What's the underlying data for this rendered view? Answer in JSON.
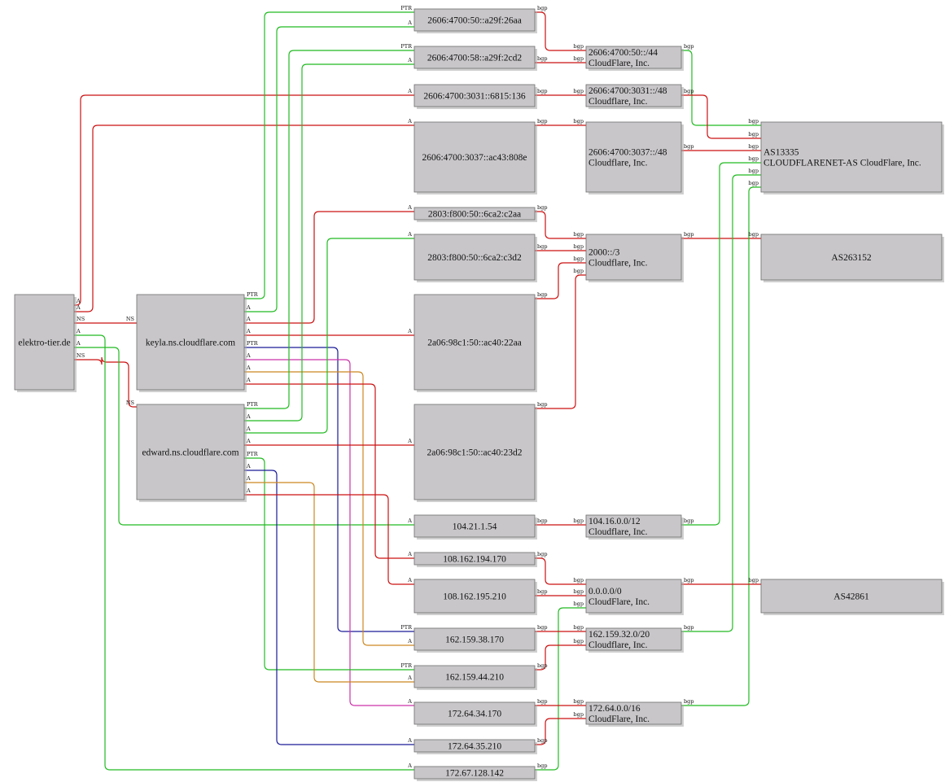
{
  "colors": {
    "node_fill": "#c8c6c9",
    "red": "#cc1111",
    "green": "#22bb22",
    "blue": "#1a1a99",
    "magenta": "#cc33aa",
    "orange": "#cc8822"
  },
  "nodes": [
    {
      "id": "elektro",
      "lines": [
        "elektro-tier.de"
      ]
    },
    {
      "id": "keyla",
      "lines": [
        "keyla.ns.cloudflare.com"
      ]
    },
    {
      "id": "edward",
      "lines": [
        "edward.ns.cloudflare.com"
      ]
    },
    {
      "id": "ip6_1",
      "lines": [
        "2606:4700:50::a29f:26aa"
      ]
    },
    {
      "id": "ip6_2",
      "lines": [
        "2606:4700:58::a29f:2cd2"
      ]
    },
    {
      "id": "ip6_3",
      "lines": [
        "2606:4700:3031::6815:136"
      ]
    },
    {
      "id": "ip6_4",
      "lines": [
        "2606:4700:3037::ac43:808e"
      ]
    },
    {
      "id": "ip6_5",
      "lines": [
        "2803:f800:50::6ca2:c2aa"
      ]
    },
    {
      "id": "ip6_6",
      "lines": [
        "2803:f800:50::6ca2:c3d2"
      ]
    },
    {
      "id": "ip6_7",
      "lines": [
        "2a06:98c1:50::ac40:22aa"
      ]
    },
    {
      "id": "ip6_8",
      "lines": [
        "2a06:98c1:50::ac40:23d2"
      ]
    },
    {
      "id": "ip4_1",
      "lines": [
        "104.21.1.54"
      ]
    },
    {
      "id": "ip4_2",
      "lines": [
        "108.162.194.170"
      ]
    },
    {
      "id": "ip4_3",
      "lines": [
        "108.162.195.210"
      ]
    },
    {
      "id": "ip4_4",
      "lines": [
        "162.159.38.170"
      ]
    },
    {
      "id": "ip4_5",
      "lines": [
        "162.159.44.210"
      ]
    },
    {
      "id": "ip4_6",
      "lines": [
        "172.64.34.170"
      ]
    },
    {
      "id": "ip4_7",
      "lines": [
        "172.64.35.210"
      ]
    },
    {
      "id": "ip4_8",
      "lines": [
        "172.67.128.142"
      ]
    },
    {
      "id": "pfx_1",
      "lines": [
        "2606:4700:50::/44",
        "CloudFlare, Inc."
      ]
    },
    {
      "id": "pfx_2",
      "lines": [
        "2606:4700:3031::/48",
        "Cloudflare, Inc."
      ]
    },
    {
      "id": "pfx_3",
      "lines": [
        "2606:4700:3037::/48",
        "Cloudflare, Inc."
      ]
    },
    {
      "id": "pfx_4",
      "lines": [
        "2000::/3",
        "Cloudflare, Inc."
      ]
    },
    {
      "id": "pfx_5",
      "lines": [
        "104.16.0.0/12",
        "Cloudflare, Inc."
      ]
    },
    {
      "id": "pfx_6",
      "lines": [
        "0.0.0.0/0",
        "CloudFlare, Inc."
      ]
    },
    {
      "id": "pfx_7",
      "lines": [
        "162.159.32.0/20",
        "Cloudflare, Inc."
      ]
    },
    {
      "id": "pfx_8",
      "lines": [
        "172.64.0.0/16",
        "CloudFlare, Inc."
      ]
    },
    {
      "id": "as_13335",
      "lines": [
        "AS13335",
        "CLOUDFLARENET-AS CloudFlare, Inc."
      ]
    },
    {
      "id": "as_263152",
      "lines": [
        "AS263152"
      ]
    },
    {
      "id": "as_42861",
      "lines": [
        "AS42861"
      ]
    }
  ],
  "edges": [
    {
      "from": "elektro",
      "to": "ip6_3",
      "color": "red",
      "labels": [
        "A",
        "A"
      ]
    },
    {
      "from": "elektro",
      "to": "ip6_4",
      "color": "red",
      "labels": [
        "A",
        "A"
      ]
    },
    {
      "from": "elektro",
      "to": "keyla",
      "color": "red",
      "labels": [
        "NS",
        "NS"
      ]
    },
    {
      "from": "elektro",
      "to": "edward",
      "color": "red",
      "labels": [
        "NS",
        "NS"
      ]
    },
    {
      "from": "elektro",
      "to": "ip4_1",
      "color": "green",
      "labels": [
        "A",
        "A"
      ]
    },
    {
      "from": "elektro",
      "to": "ip4_8",
      "color": "green",
      "labels": [
        "A",
        "A"
      ]
    },
    {
      "from": "keyla",
      "to": "ip6_1",
      "color": "green",
      "labels": [
        "PTR",
        "PTR"
      ]
    },
    {
      "from": "keyla",
      "to": "ip6_1",
      "color": "green",
      "labels": [
        "A",
        "A"
      ]
    },
    {
      "from": "keyla",
      "to": "ip6_5",
      "color": "red",
      "labels": [
        "A",
        "A"
      ]
    },
    {
      "from": "keyla",
      "to": "ip6_7",
      "color": "red",
      "labels": [
        "A",
        "A"
      ]
    },
    {
      "from": "keyla",
      "to": "ip4_4",
      "color": "blue",
      "labels": [
        "PTR",
        "PTR"
      ]
    },
    {
      "from": "keyla",
      "to": "ip4_6",
      "color": "magenta",
      "labels": [
        "A",
        "A"
      ]
    },
    {
      "from": "keyla",
      "to": "ip4_4",
      "color": "orange",
      "labels": [
        "A",
        "A"
      ]
    },
    {
      "from": "keyla",
      "to": "ip4_2",
      "color": "red",
      "labels": [
        "A",
        "A"
      ]
    },
    {
      "from": "edward",
      "to": "ip6_2",
      "color": "green",
      "labels": [
        "PTR",
        "PTR"
      ]
    },
    {
      "from": "edward",
      "to": "ip6_2",
      "color": "green",
      "labels": [
        "A",
        "A"
      ]
    },
    {
      "from": "edward",
      "to": "ip6_6",
      "color": "green",
      "labels": [
        "A",
        "A"
      ]
    },
    {
      "from": "edward",
      "to": "ip6_8",
      "color": "red",
      "labels": [
        "A",
        "A"
      ]
    },
    {
      "from": "edward",
      "to": "ip4_5",
      "color": "green",
      "labels": [
        "PTR",
        "PTR"
      ]
    },
    {
      "from": "edward",
      "to": "ip4_7",
      "color": "blue",
      "labels": [
        "A",
        "A"
      ]
    },
    {
      "from": "edward",
      "to": "ip4_5",
      "color": "orange",
      "labels": [
        "A",
        "A"
      ]
    },
    {
      "from": "edward",
      "to": "ip4_3",
      "color": "red",
      "labels": [
        "A",
        "A"
      ]
    },
    {
      "from": "ip6_1",
      "to": "pfx_1",
      "color": "red",
      "labels": [
        "bgp",
        "bgp"
      ]
    },
    {
      "from": "ip6_2",
      "to": "pfx_1",
      "color": "red",
      "labels": [
        "bgp",
        "bgp"
      ]
    },
    {
      "from": "ip6_3",
      "to": "pfx_2",
      "color": "red",
      "labels": [
        "bgp",
        "bgp"
      ]
    },
    {
      "from": "ip6_4",
      "to": "pfx_3",
      "color": "red",
      "labels": [
        "bgp",
        "bgp"
      ]
    },
    {
      "from": "ip6_5",
      "to": "pfx_4",
      "color": "red",
      "labels": [
        "bgp",
        "bgp"
      ]
    },
    {
      "from": "ip6_6",
      "to": "pfx_4",
      "color": "red",
      "labels": [
        "bgp",
        "bgp"
      ]
    },
    {
      "from": "ip6_7",
      "to": "pfx_4",
      "color": "red",
      "labels": [
        "bgp",
        "bgp"
      ]
    },
    {
      "from": "ip6_8",
      "to": "pfx_4",
      "color": "red",
      "labels": [
        "bgp",
        "bgp"
      ]
    },
    {
      "from": "ip4_1",
      "to": "pfx_5",
      "color": "red",
      "labels": [
        "bgp",
        "bgp"
      ]
    },
    {
      "from": "ip4_2",
      "to": "pfx_6",
      "color": "red",
      "labels": [
        "bgp",
        "bgp"
      ]
    },
    {
      "from": "ip4_3",
      "to": "pfx_6",
      "color": "red",
      "labels": [
        "bgp",
        "bgp"
      ]
    },
    {
      "from": "ip4_8",
      "to": "pfx_6",
      "color": "green",
      "labels": [
        "bgp",
        "bgp"
      ]
    },
    {
      "from": "ip4_4",
      "to": "pfx_7",
      "color": "red",
      "labels": [
        "bgp",
        "bgp"
      ]
    },
    {
      "from": "ip4_5",
      "to": "pfx_7",
      "color": "red",
      "labels": [
        "bgp",
        "bgp"
      ]
    },
    {
      "from": "ip4_6",
      "to": "pfx_8",
      "color": "red",
      "labels": [
        "bgp",
        "bgp"
      ]
    },
    {
      "from": "ip4_7",
      "to": "pfx_8",
      "color": "red",
      "labels": [
        "bgp",
        "bgp"
      ]
    },
    {
      "from": "pfx_1",
      "to": "as_13335",
      "color": "green",
      "labels": [
        "bgp",
        "bgp"
      ]
    },
    {
      "from": "pfx_2",
      "to": "as_13335",
      "color": "red",
      "labels": [
        "bgp",
        "bgp"
      ]
    },
    {
      "from": "pfx_3",
      "to": "as_13335",
      "color": "red",
      "labels": [
        "bgp",
        "bgp"
      ]
    },
    {
      "from": "pfx_4",
      "to": "as_263152",
      "color": "red",
      "labels": [
        "bgp",
        "bgp"
      ]
    },
    {
      "from": "pfx_5",
      "to": "as_13335",
      "color": "green",
      "labels": [
        "bgp",
        "bgp"
      ]
    },
    {
      "from": "pfx_7",
      "to": "as_13335",
      "color": "green",
      "labels": [
        "bgp",
        "bgp"
      ]
    },
    {
      "from": "pfx_8",
      "to": "as_13335",
      "color": "green",
      "labels": [
        "bgp",
        "bgp"
      ]
    },
    {
      "from": "pfx_6",
      "to": "as_42861",
      "color": "red",
      "labels": [
        "bgp",
        "bgp"
      ]
    }
  ]
}
